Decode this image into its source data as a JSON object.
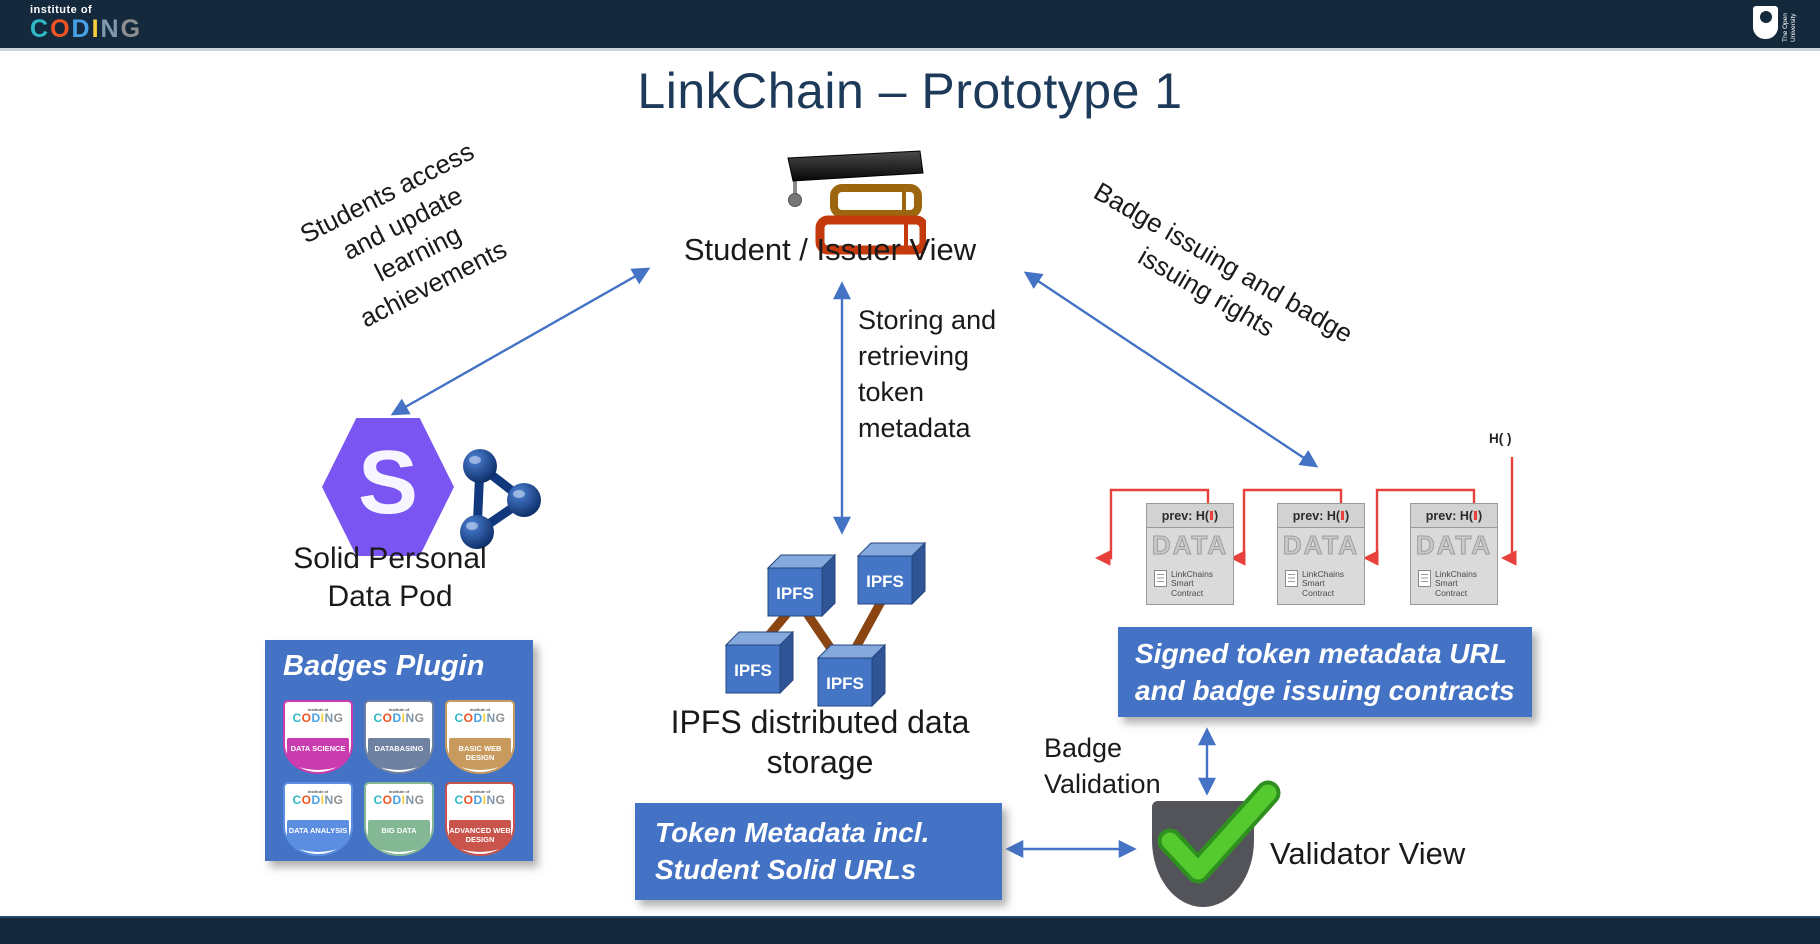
{
  "header": {
    "ioc_small": "institute of",
    "ioc_word": "CODING",
    "ou_name": "The Open University"
  },
  "title": "LinkChain – Prototype 1",
  "student": {
    "label": "Student / Issuer View"
  },
  "labels": {
    "students_access": [
      "Students access",
      "and update",
      "learning",
      "achievements"
    ],
    "storing": [
      "Storing and",
      "retrieving",
      "token",
      "metadata"
    ],
    "badge_issuing": [
      "Badge issuing and badge",
      "issuing rights"
    ],
    "badge_validation": [
      "Badge",
      "Validation"
    ]
  },
  "solid": {
    "line1": "Solid Personal",
    "line2": "Data Pod",
    "logo_letter": "S"
  },
  "badges_panel": {
    "title": "Badges Plugin",
    "ioc_small": "institute of",
    "ioc_word": "CODING",
    "badges": [
      {
        "label": "DATA SCIENCE",
        "color": "#cb3bb0"
      },
      {
        "label": "DATABASING",
        "color": "#6e81a0"
      },
      {
        "label": "BASIC WEB DESIGN",
        "color": "#c89a5e"
      },
      {
        "label": "DATA ANALYSIS",
        "color": "#5b8de0"
      },
      {
        "label": "BIG DATA",
        "color": "#84b793"
      },
      {
        "label": "ADVANCED WEB DESIGN",
        "color": "#c9544c"
      }
    ]
  },
  "ipfs": {
    "cube": "IPFS",
    "line1": "IPFS distributed data",
    "line2": "storage"
  },
  "token_box": {
    "line1": "Token Metadata incl.",
    "line2": "Student Solid URLs"
  },
  "signed_box": {
    "line1": "Signed token metadata URL",
    "line2": "and badge issuing contracts"
  },
  "validator": {
    "label": "Validator View"
  },
  "blockchain": {
    "hash_label": "H( )",
    "block_header_prefix": "prev: H(",
    "block_header_suffix": ")",
    "block_data": "DATA",
    "contract_lines": [
      "LinkChains",
      "Smart",
      "Contract"
    ]
  },
  "colors": {
    "accent_blue": "#4472c4",
    "chain_red": "#e8403a",
    "navy_bar": "#14293c",
    "title_color": "#1e3a5a",
    "solid_purple": "#7a55f2",
    "check_green": "#55ca2e",
    "shield_gray": "#53545a",
    "ipfs_cube_front": "#4576c5",
    "ipfs_link_brown": "#8a4513",
    "coding_letter_colors": [
      "#2fb8c5",
      "#f05423",
      "#47a1e6",
      "#f8cf3c",
      "#7f98ad",
      "#8f8f8f"
    ]
  }
}
